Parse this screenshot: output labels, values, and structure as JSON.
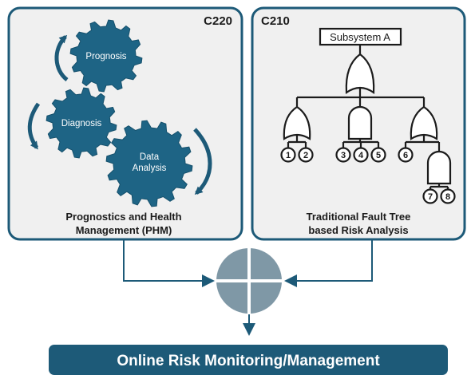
{
  "left_panel": {
    "code": "C220",
    "gears": [
      "Prognosis",
      "Diagnosis",
      "Data",
      "Analysis"
    ],
    "caption_line1": "Prognostics and Health",
    "caption_line2": "Management (PHM)"
  },
  "right_panel": {
    "code": "C210",
    "top_event": "Subsystem A",
    "basic_events": [
      "1",
      "2",
      "3",
      "4",
      "5",
      "6",
      "7",
      "8"
    ],
    "caption_line1": "Traditional Fault Tree",
    "caption_line2": "based Risk Analysis"
  },
  "output": {
    "label": "Online Risk Monitoring/Management"
  },
  "colors": {
    "navy": "#1d5a78",
    "gear": "#1e6485",
    "panel_fill": "#f0f0f0",
    "junction": "#7f98a6"
  }
}
